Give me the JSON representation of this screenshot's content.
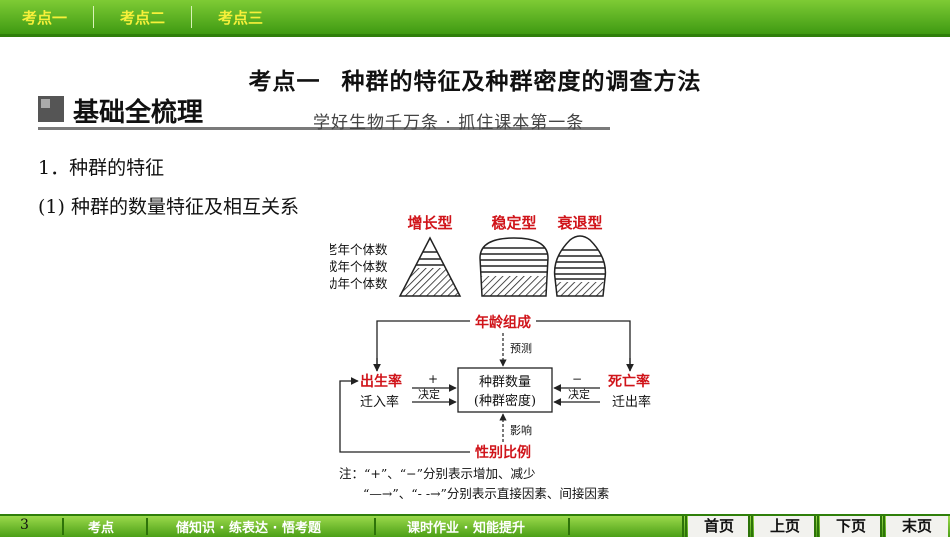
{
  "nav": {
    "tabs": [
      "考点一",
      "考点二",
      "考点三"
    ]
  },
  "title": {
    "part1": "考点一",
    "part2": "种群的特征及种群密度的调查方法"
  },
  "section": {
    "label": "基础全梳理",
    "slogan": "学好生物千万条 · 抓住课本第一条"
  },
  "content": {
    "heading1": "1．种群的特征",
    "heading2": "(1) 种群的数量特征及相互关系"
  },
  "diagram": {
    "pyramid_types": [
      "增长型",
      "稳定型",
      "衰退型"
    ],
    "age_labels": [
      "老年个体数",
      "成年个体数",
      "幼年个体数"
    ],
    "age_structure": "年龄组成",
    "predict": "预测",
    "birth_rate": "出生率",
    "immigration": "迁入率",
    "death_rate": "死亡率",
    "emigration": "迁出率",
    "decide_left": "决定",
    "decide_right": "决定",
    "plus": "+",
    "minus": "−",
    "center_line1": "种群数量",
    "center_line2": "(种群密度)",
    "influence": "影响",
    "sex_ratio": "性别比例",
    "accent_color": "#d0141a"
  },
  "note": {
    "line1": "注：“+”、“−”分别表示增加、减少",
    "line2": "“—→”、“- -→”分别表示直接因素、间接因素"
  },
  "footer": {
    "page": "3",
    "links": [
      "考点",
      "储知识 · 练表达 · 悟考题",
      "课时作业 · 知能提升"
    ],
    "nav_buttons": [
      "首页",
      "上页",
      "下页",
      "末页"
    ]
  }
}
